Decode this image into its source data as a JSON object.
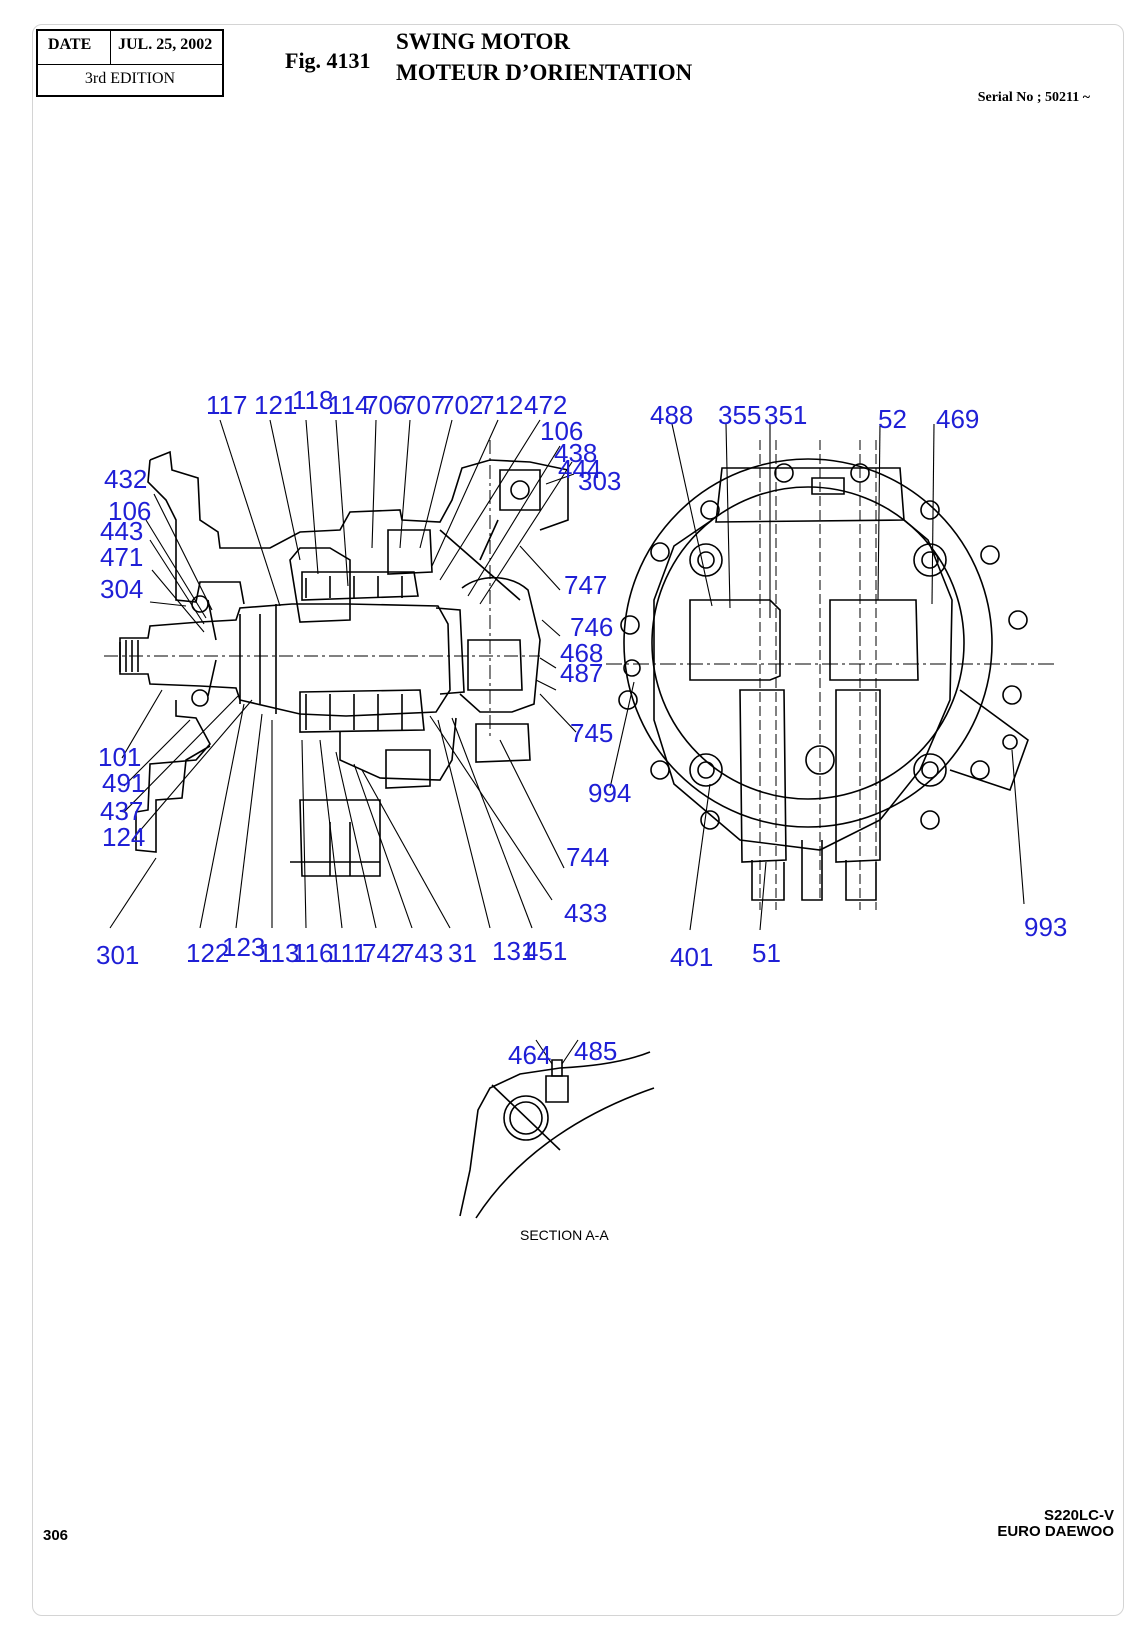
{
  "header": {
    "date_label": "DATE",
    "date_value": "JUL. 25, 2002",
    "edition": "3rd  EDITION",
    "figure_number": "Fig. 4131",
    "title_en": "SWING MOTOR",
    "title_fr": "MOTEUR D’ORIENTATION",
    "serial": "Serial No ; 50211 ~"
  },
  "section_label": "SECTION  A-A",
  "footer": {
    "page_number": "306",
    "model_line1": "S220LC-V",
    "model_line2": "EURO DAEWOO"
  },
  "callouts": {
    "c117": "117",
    "c121": "121",
    "c118": "118",
    "c114": "114",
    "c706": "706",
    "c707": "707",
    "c702": "702",
    "c712": "712",
    "c472": "472",
    "c106a": "106",
    "c438": "438",
    "c444": "444",
    "c303": "303",
    "c432": "432",
    "c106b": "106",
    "c443": "443",
    "c471": "471",
    "c304": "304",
    "c747": "747",
    "c746": "746",
    "c468": "468",
    "c487": "487",
    "c745": "745",
    "c994": "994",
    "c101": "101",
    "c491": "491",
    "c437": "437",
    "c124": "124",
    "c744": "744",
    "c433": "433",
    "c301": "301",
    "c122": "122",
    "c123": "123",
    "c113": "113",
    "c116": "116",
    "c111": "111",
    "c742": "742",
    "c743": "743",
    "c31": "31",
    "c131": "131",
    "c451": "451",
    "c488": "488",
    "c355": "355",
    "c351": "351",
    "c52": "52",
    "c469": "469",
    "c401": "401",
    "c51": "51",
    "c993": "993",
    "c464": "464",
    "c485": "485"
  }
}
